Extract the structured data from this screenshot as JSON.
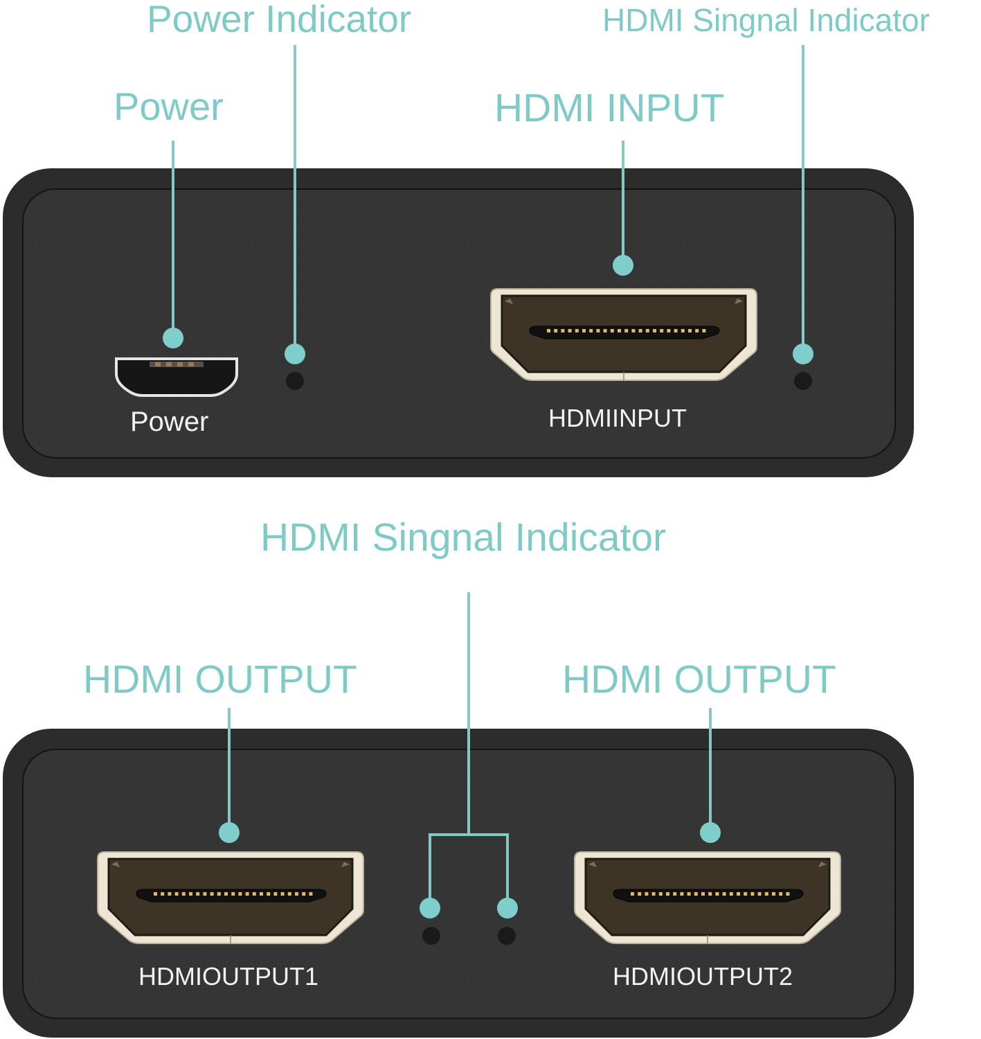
{
  "colors": {
    "accent": "#7ecac6",
    "device_body": "#2c2c2c",
    "device_face": "#333333",
    "port_frame": "#ede6d4",
    "port_cavity": "#3e3426",
    "pin_gold": "#e2b86a",
    "led_off": "#1a1a1a",
    "label_text": "#f2f2f2"
  },
  "top_panel": {
    "callouts": {
      "power_indicator": "Power Indicator",
      "hdmi_signal_indicator": "HDMI Singnal Indicator",
      "power": "Power",
      "hdmi_input": "HDMI INPUT"
    },
    "labels": {
      "power_port": "Power",
      "hdmi_input_port": "HDMIINPUT"
    }
  },
  "bottom_panel": {
    "callouts": {
      "hdmi_signal_indicator": "HDMI Singnal Indicator",
      "hdmi_output_1": "HDMI OUTPUT",
      "hdmi_output_2": "HDMI OUTPUT"
    },
    "labels": {
      "hdmi_output_1_port": "HDMIOUTPUT1",
      "hdmi_output_2_port": "HDMIOUTPUT2"
    }
  }
}
